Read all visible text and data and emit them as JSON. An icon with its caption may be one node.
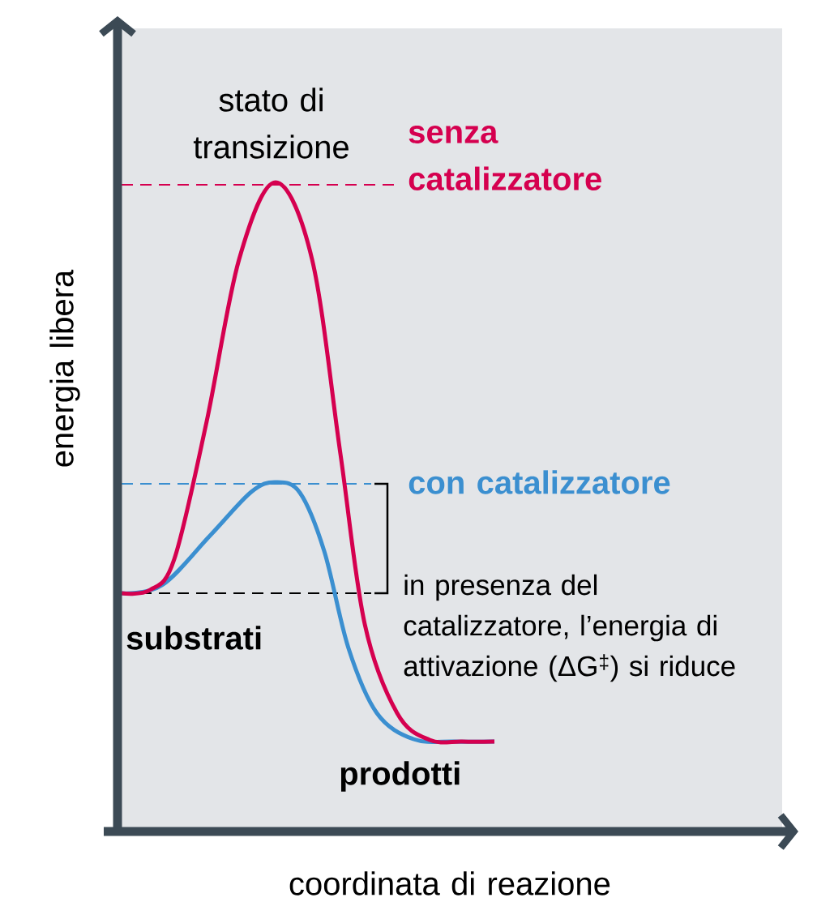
{
  "diagram": {
    "labels": [
      "stato di transizione",
      "senza catalizzatore",
      "energia libera",
      "con catalizzatore",
      "in presenza del catalizzatore, l’energia di attivazione (ΔG$^{‡}$) si riduce",
      "substrati",
      "prodotti",
      "coordinata di reazione"
    ]
  }
}
